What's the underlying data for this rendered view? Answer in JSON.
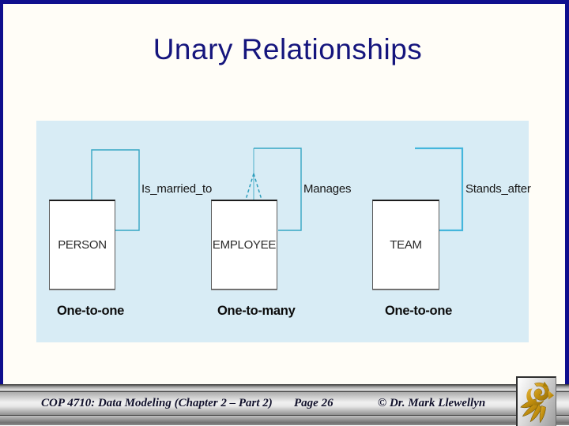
{
  "slide": {
    "title": "Unary Relationships",
    "colors": {
      "border_navy": "#0f0f8e",
      "title_navy": "#15157d",
      "panel_bg": "#d8ecf5",
      "loop_teal": "#35a6c4",
      "loop_teal_bright": "#44b6dc",
      "logo_gold": "#c28f0e"
    },
    "diagram": {
      "entities": [
        {
          "name": "PERSON",
          "relationship": "Is_married_to",
          "cardinality": "One-to-one"
        },
        {
          "name": "EMPLOYEE",
          "relationship": "Manages",
          "cardinality": "One-to-many"
        },
        {
          "name": "TEAM",
          "relationship": "Stands_after",
          "cardinality": "One-to-one"
        }
      ]
    },
    "footer": {
      "course": "COP 4710: Data Modeling (Chapter 2 – Part 2)",
      "page": "Page 26",
      "copyright": "© Dr. Mark Llewellyn",
      "logo": "ucf-pegasus-logo"
    }
  }
}
